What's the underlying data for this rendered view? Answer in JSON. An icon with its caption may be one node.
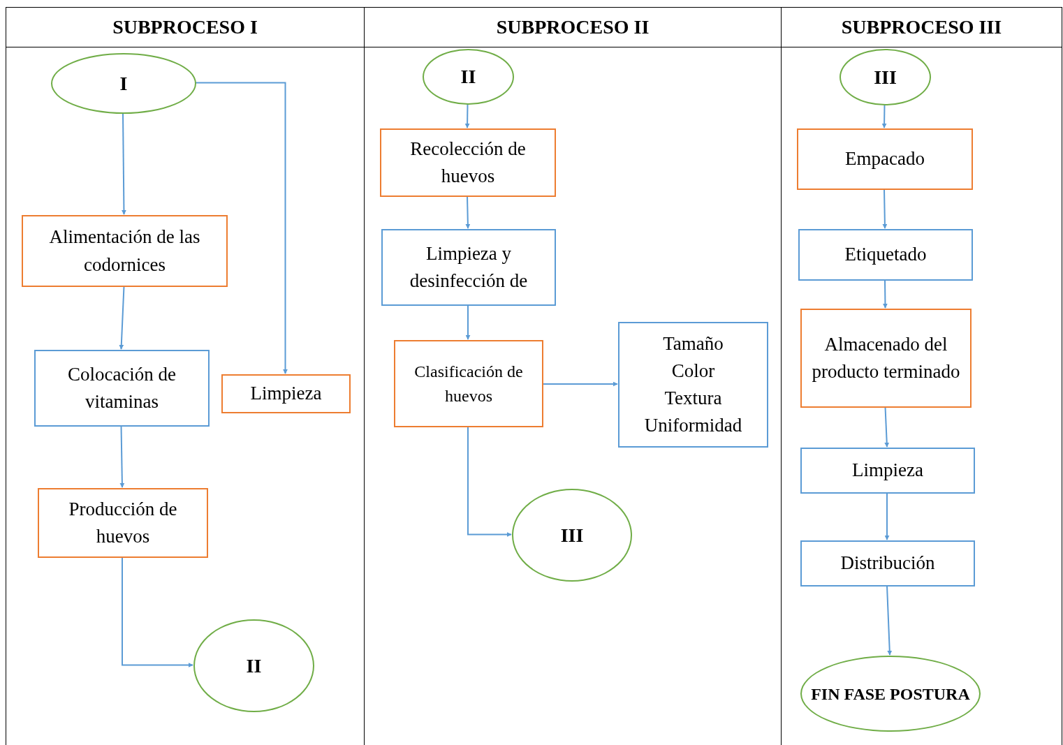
{
  "diagram": {
    "nodes": [
      {
        "text": [
          "SUBPROCESO I"
        ]
      },
      {
        "text": [
          "SUBPROCESO II"
        ]
      },
      {
        "text": [
          "SUBPROCESO III"
        ]
      },
      {
        "text": [
          "I"
        ],
        "in": 0
      },
      {
        "text": [
          "Alimentación de las codornices"
        ],
        "in": 0
      },
      {
        "text": [
          "Colocación de vitaminas"
        ],
        "in": 0
      },
      {
        "text": [
          "Limpieza"
        ],
        "in": 0
      },
      {
        "text": [
          "Producción de huevos"
        ],
        "in": 0
      },
      {
        "text": [
          "II"
        ],
        "in": 0
      },
      {
        "text": [
          "II"
        ],
        "in": 1
      },
      {
        "text": [
          "Recolección de huevos"
        ],
        "in": 1
      },
      {
        "text": [
          "Limpieza y desinfección de"
        ],
        "in": 1
      },
      {
        "text": [
          "Clasificación de huevos"
        ],
        "in": 1
      },
      {
        "text": [
          "Tamaño",
          "Color",
          "Textura",
          "Uniformidad"
        ],
        "in": 1
      },
      {
        "text": [
          "III"
        ],
        "in": 1
      },
      {
        "text": [
          "III"
        ],
        "in": 2
      },
      {
        "text": [
          "Empacado"
        ],
        "in": 2
      },
      {
        "text": [
          "Etiquetado"
        ],
        "in": 2
      },
      {
        "text": [
          "Almacenado del producto terminado"
        ],
        "in": 2
      },
      {
        "text": [
          "Limpieza"
        ],
        "in": 2
      },
      {
        "text": [
          "Distribución"
        ],
        "in": 2
      },
      {
        "text": [
          "FIN FASE POSTURA"
        ],
        "in": 2
      }
    ],
    "edges": [
      {
        "from": 3,
        "to": 4,
        "arrow": "to"
      },
      {
        "from": 3,
        "to": 6,
        "arrow": "to"
      },
      {
        "from": 4,
        "to": 5,
        "arrow": "to"
      },
      {
        "from": 5,
        "to": 7,
        "arrow": "to"
      },
      {
        "from": 7,
        "to": 8,
        "arrow": "to"
      },
      {
        "from": 9,
        "to": 10,
        "arrow": "to"
      },
      {
        "from": 10,
        "to": 11,
        "arrow": "to"
      },
      {
        "from": 11,
        "to": 12,
        "arrow": "to"
      },
      {
        "from": 12,
        "to": 13,
        "arrow": "to"
      },
      {
        "from": 12,
        "to": 14,
        "arrow": "to"
      },
      {
        "from": 15,
        "to": 16,
        "arrow": "to"
      },
      {
        "from": 16,
        "to": 17,
        "arrow": "to"
      },
      {
        "from": 17,
        "to": 18,
        "arrow": "to"
      },
      {
        "from": 18,
        "to": 19,
        "arrow": "to"
      },
      {
        "from": 19,
        "to": 20,
        "arrow": "to"
      },
      {
        "from": 20,
        "to": 21,
        "arrow": "to"
      }
    ]
  }
}
